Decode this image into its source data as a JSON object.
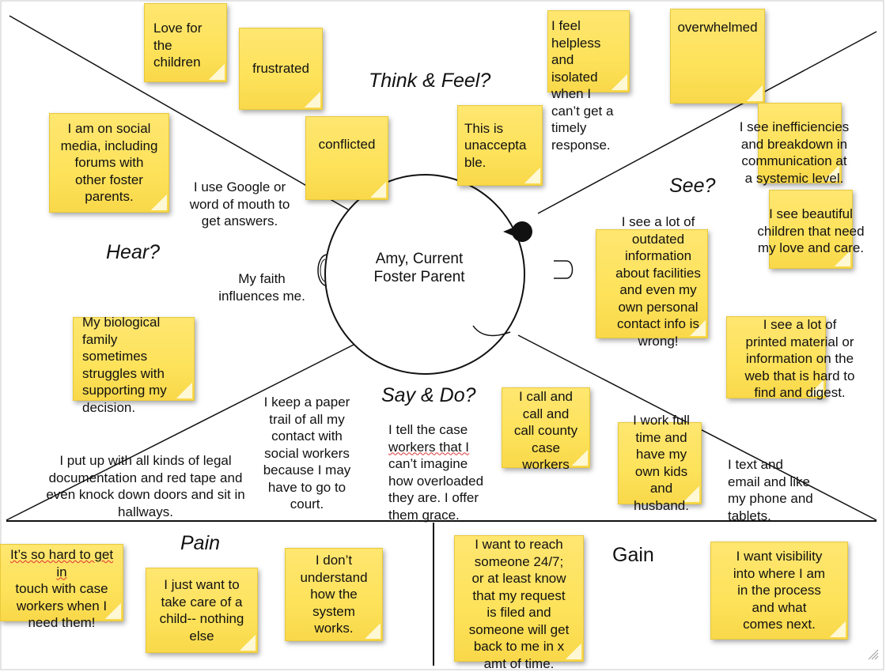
{
  "persona": {
    "name_line1": "Amy, Current",
    "name_line2": "Foster Parent"
  },
  "quadrants": {
    "think_feel": "Think & Feel?",
    "see": "See?",
    "hear": "Hear?",
    "say_do": "Say & Do?",
    "pain": "Pain",
    "gain": "Gain"
  },
  "think_feel": {
    "love": [
      "Love for",
      "the",
      "children"
    ],
    "frustrated": "frustrated",
    "conflicted": "conflicted",
    "unacceptable": [
      "This is",
      "unaccepta",
      "ble."
    ],
    "helpless": [
      "I feel",
      "helpless",
      "and",
      "isolated",
      "when I",
      "can’t get a",
      "timely",
      "response."
    ],
    "overwhelmed": "overwhelmed"
  },
  "see": {
    "inefficiencies": [
      "I see inefficiencies",
      "and breakdown in",
      "communication at",
      "a systemic level."
    ],
    "beautiful": [
      "I see beautiful",
      "children that need",
      "my love and care."
    ],
    "outdated": [
      "I see a lot of",
      "outdated",
      "information",
      "about facilities",
      "and even my",
      "own personal",
      "contact info is",
      "wrong!"
    ],
    "printed": [
      "I see a lot of",
      "printed material or",
      "information on the",
      "web that is hard to",
      "find and digest."
    ]
  },
  "hear": {
    "social": [
      "I am on social",
      "media, including",
      "forums with",
      "other foster",
      "parents."
    ],
    "google": [
      "I use Google or",
      "word of mouth to",
      "get answers."
    ],
    "faith": [
      "My faith",
      "influences me."
    ],
    "family": [
      "My biological",
      "family",
      "sometimes",
      "struggles with",
      "supporting my",
      "decision."
    ]
  },
  "say_do": {
    "paper_trail": [
      "I keep a paper",
      "trail of all my",
      "contact with",
      "social workers",
      "because I may",
      "have to go to",
      "court."
    ],
    "red_tape": [
      "I put up with all kinds of legal",
      "documentation and red tape and",
      "even knock down doors and sit in",
      "hallways."
    ],
    "grace": [
      "I tell the case",
      "workers that I",
      "can’t imagine",
      "how overloaded",
      "they are. I offer",
      "them grace."
    ],
    "call": [
      "I call and",
      "call and",
      "call county",
      "case",
      "workers"
    ],
    "work": [
      "I work full",
      "time and",
      "have my",
      "own kids",
      "and",
      "husband."
    ],
    "text": [
      "I text and",
      "email and like",
      "my phone and",
      "tablets."
    ]
  },
  "pain": {
    "hard": [
      "It’s so hard to get in",
      "touch with case",
      "workers when I",
      "need them!"
    ],
    "care": [
      "I just want to",
      "take care of a",
      "child-- nothing",
      "else"
    ],
    "understand": [
      "I don’t",
      "understand",
      "how the",
      "system",
      "works."
    ]
  },
  "gain": {
    "reach": [
      "I want to reach",
      "someone 24/7;",
      "or at least know",
      "that my request",
      "is filed and",
      "someone will get",
      "back to me in x",
      "amt of time."
    ],
    "visibility": [
      "I want visibility",
      "into where I am",
      "in the process",
      "and what",
      "comes next."
    ]
  },
  "colors": {
    "sticky": "#fde25a",
    "sticky_border": "#e8c93a",
    "lines": "#111111",
    "spellcheck": "#dd3333"
  }
}
